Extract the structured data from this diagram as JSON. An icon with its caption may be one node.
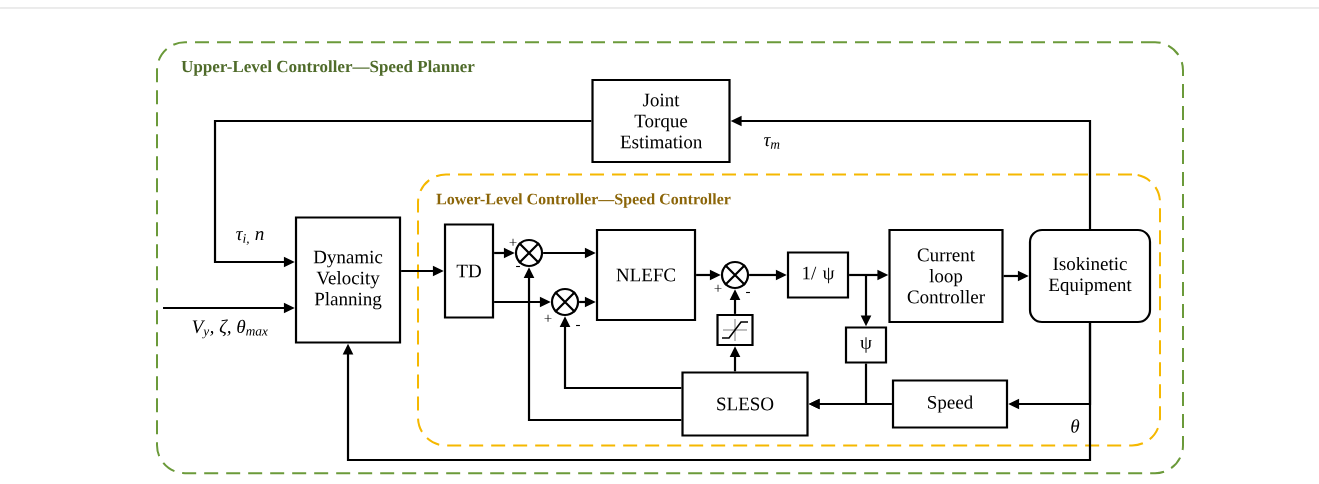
{
  "diagram": {
    "nodes": [
      {
        "text": [
          "Upper-Level Controller—Speed Planner"
        ]
      },
      {
        "text": [
          "Joint Torque Estimation"
        ],
        "in": 0
      },
      {
        "text": [
          "Dynamic Velocity Planning"
        ],
        "in": 0
      },
      {
        "text": [
          "Lower-Level Controller—Speed Controller"
        ],
        "in": 0
      },
      {
        "text": [
          "TD"
        ],
        "in": 3
      },
      {
        "text": [],
        "shape": "circle",
        "in": 3
      },
      {
        "text": [],
        "shape": "circle",
        "in": 3
      },
      {
        "text": [
          "NLEFC"
        ],
        "in": 3
      },
      {
        "text": [],
        "shape": "circle",
        "in": 3
      },
      {
        "text": [
          "1/ ψ"
        ],
        "in": 3
      },
      {
        "text": [
          "Current loop Controller"
        ],
        "in": 3
      },
      {
        "text": [
          "Isokinetic Equipment"
        ],
        "in": 3
      },
      {
        "text": [
          "ψ"
        ],
        "in": 3
      },
      {
        "text": [],
        "shape": "box",
        "in": 3
      },
      {
        "text": [
          "SLESO"
        ],
        "in": 3
      },
      {
        "text": [
          "Speed"
        ],
        "in": 3
      }
    ],
    "edges": [
      {
        "from": 11,
        "to": 1,
        "arrow": "to",
        "label": "τ$_{m}$"
      },
      {
        "from": 1,
        "to": 2,
        "arrow": "to",
        "label": "τ$_{i,}$ n"
      },
      {
        "from": null,
        "to": 2,
        "arrow": "to",
        "label": "V$_{y}$,  ζ,  θ$_{max}$"
      },
      {
        "from": 2,
        "to": 4,
        "arrow": "to"
      },
      {
        "from": 4,
        "to": 5,
        "arrow": "to"
      },
      {
        "from": 4,
        "to": 6,
        "arrow": "to"
      },
      {
        "from": 5,
        "to": 7,
        "arrow": "to"
      },
      {
        "from": 6,
        "to": 7,
        "arrow": "to"
      },
      {
        "from": 7,
        "to": 8,
        "arrow": "to"
      },
      {
        "from": 8,
        "to": 9,
        "arrow": "to"
      },
      {
        "from": 9,
        "to": 10,
        "arrow": "to"
      },
      {
        "from": 9,
        "to": 12,
        "arrow": "to"
      },
      {
        "from": 10,
        "to": 11,
        "arrow": "to"
      },
      {
        "from": 11,
        "to": 15,
        "arrow": "to",
        "label": "θ"
      },
      {
        "from": 11,
        "to": 2,
        "arrow": "to"
      },
      {
        "from": 15,
        "to": 14,
        "arrow": "to"
      },
      {
        "from": 12,
        "to": 14,
        "arrow": "to"
      },
      {
        "from": 14,
        "to": 5,
        "arrow": "to"
      },
      {
        "from": 14,
        "to": 6,
        "arrow": "to"
      },
      {
        "from": 14,
        "to": 13,
        "arrow": "to"
      },
      {
        "from": 13,
        "to": 8,
        "arrow": "to"
      }
    ],
    "labels": [
      "+",
      "-",
      "+",
      "-",
      "+",
      "-"
    ]
  }
}
